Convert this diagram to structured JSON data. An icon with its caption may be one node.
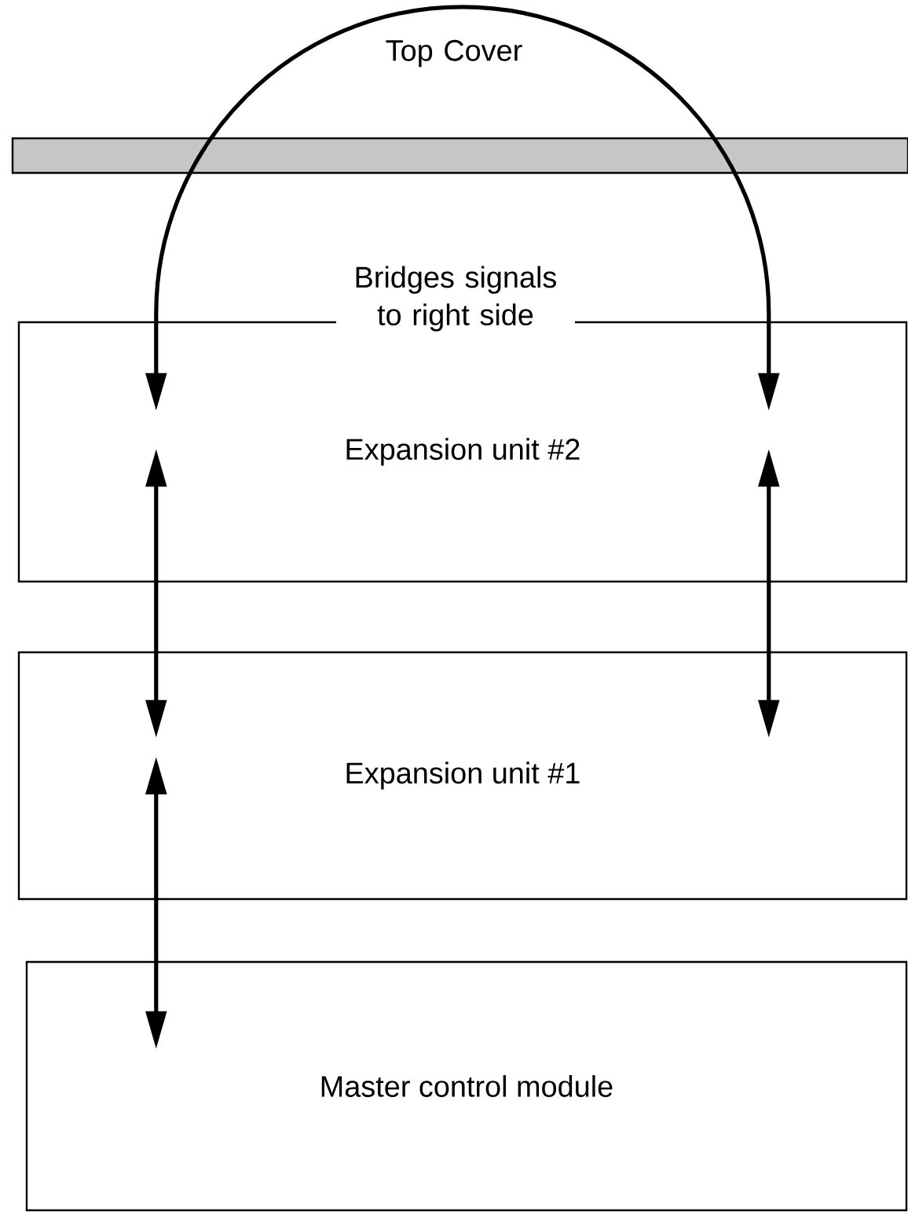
{
  "diagram": {
    "nodes": [
      {
        "text": [
          "Expansion unit #2"
        ]
      },
      {
        "text": [
          "Expansion unit #1"
        ]
      },
      {
        "text": [
          "Master control module"
        ]
      }
    ],
    "edges": [
      {
        "from": 0,
        "to": 0,
        "arrow": "both"
      },
      {
        "from": 0,
        "to": 1,
        "arrow": "both"
      },
      {
        "from": 0,
        "to": 1,
        "arrow": "both"
      },
      {
        "from": 1,
        "to": 2,
        "arrow": "both"
      }
    ],
    "labels": [
      "Top Cover",
      "Bridges signals to right side"
    ]
  }
}
